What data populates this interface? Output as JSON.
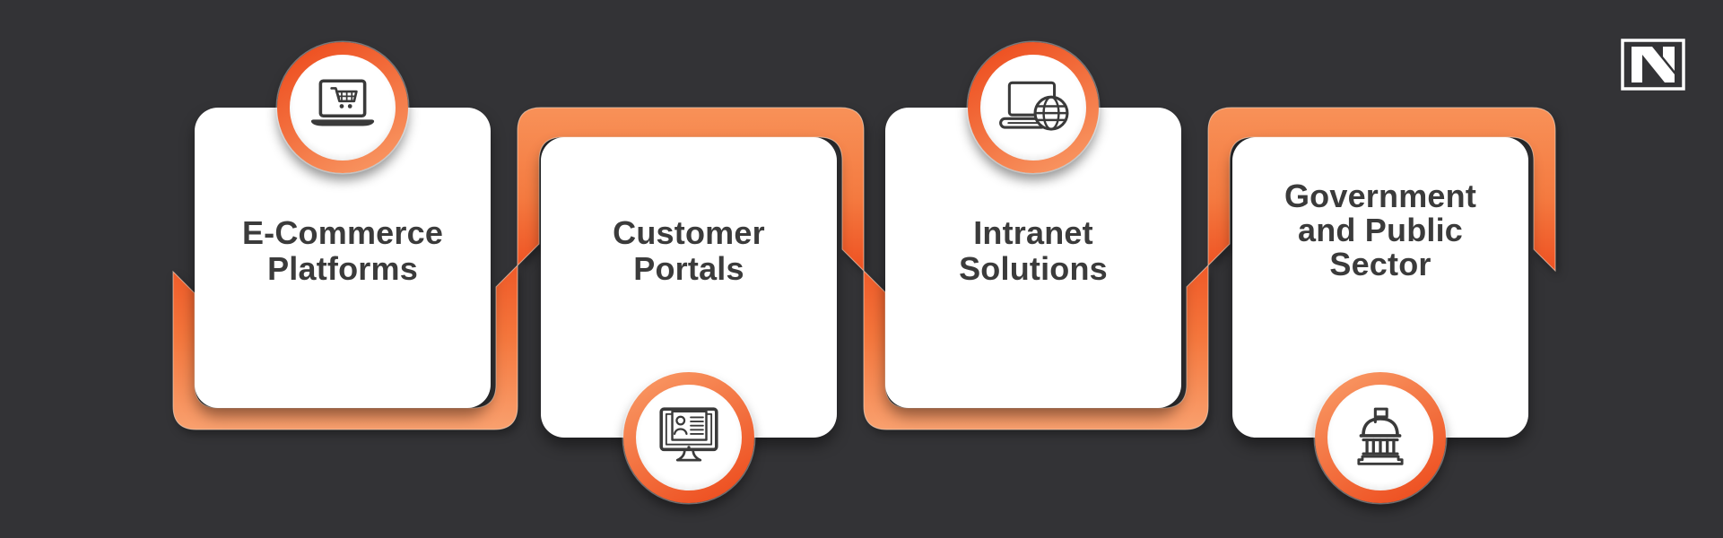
{
  "background_color": "#333336",
  "accent": {
    "deep_orange": "#ee5122",
    "salmon_orange": "#f78f58",
    "light_orange": "#f9a06e",
    "text_color": "#3b3b3b",
    "card_color": "#ffffff"
  },
  "brand_logo": {
    "letter": "N"
  },
  "cards": [
    {
      "title": "E-Commerce Platforms",
      "lines": [
        "E-Commerce",
        "Platforms"
      ],
      "icon": "laptop-cart-icon",
      "icon_position": "top"
    },
    {
      "title": "Customer Portals",
      "lines": [
        "Customer",
        "Portals"
      ],
      "icon": "monitor-id-card-icon",
      "icon_position": "bottom"
    },
    {
      "title": "Intranet Solutions",
      "lines": [
        "Intranet",
        "Solutions"
      ],
      "icon": "laptop-globe-icon",
      "icon_position": "top"
    },
    {
      "title": "Government and Public Sector",
      "lines": [
        "Government",
        "and Public",
        "Sector"
      ],
      "icon": "government-building-icon",
      "icon_position": "bottom"
    }
  ]
}
